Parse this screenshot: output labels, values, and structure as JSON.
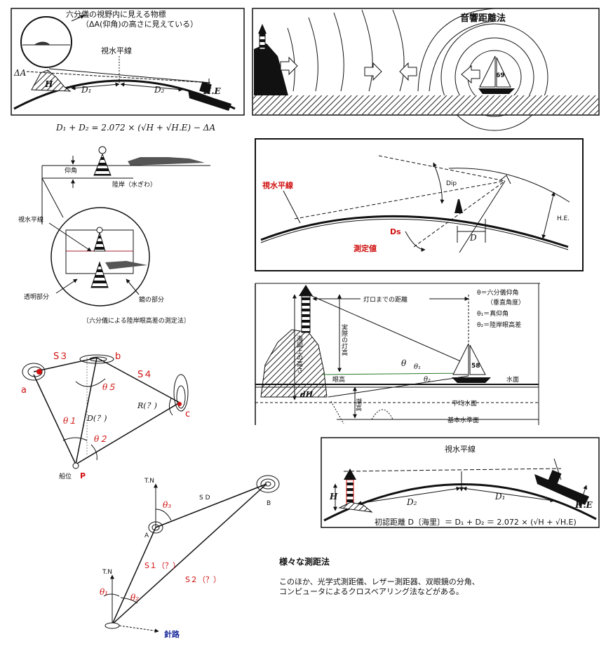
{
  "panel1": {
    "scope_note_line1": "六分儀の視野内に見える物標",
    "scope_note_line2": "（ΔA(仰角)の高さに見えている）",
    "horizon": "視水平線",
    "delta_a": "ΔA",
    "h": "H",
    "d1": "D₁",
    "d2": "D₂",
    "he": "H.E",
    "formula": "D₁ + D₂ = 2.072 × (√H + √H.E) − ΔA"
  },
  "panel2": {
    "title": "音響距離法",
    "boat_number": "69"
  },
  "panel3": {
    "elevation": "仰角",
    "shore": "陸岸（水ぎわ）",
    "horizon": "視水平線",
    "transparent": "透明部分",
    "mirror": "鏡の部分",
    "caption": "〔六分儀による陸岸眼高差の測定法〕"
  },
  "panel4": {
    "horizon": "視水平線",
    "dip": "Dip",
    "he": "H.E.",
    "ds": "Ds",
    "measured": "測定値",
    "d": "D"
  },
  "panel5": {
    "distance_label": "灯ロまでの距離",
    "legend1a": "θ＝六分儀仰角",
    "legend1b": "（垂直角度）",
    "legend2": "θ₁＝真仰角",
    "legend3": "θ₂＝陸岸眼高差",
    "chart_height": "海図上の高さ",
    "real_height": "実際の灯高",
    "eye_height": "眼高",
    "water_surface": "水面",
    "mean_water": "平均水面",
    "datum": "基本水準面",
    "tide": "潮高",
    "dh": "dH",
    "theta": "θ",
    "theta1": "θ₁",
    "theta2": "θ₂",
    "boat_number": "58"
  },
  "panel6": {
    "s3": "S３",
    "s4": "S４",
    "a": "a",
    "b": "b",
    "c": "c",
    "theta5": "θ５",
    "theta1": "θ１",
    "theta2": "θ２",
    "d": "D(？)",
    "r": "R(？)",
    "ship": "船位",
    "p": "P"
  },
  "panel7": {
    "horizon": "視水平線",
    "h": "H",
    "d2": "D₂",
    "d1": "D₁",
    "he": "H.E",
    "formula": "初認距離 D〔海里〕＝ D₁ + D₂ ＝ 2.072 × (√H + √H.E)"
  },
  "panel8": {
    "tn1": "T.N",
    "tn2": "T.N",
    "sd": "S D",
    "a": "A",
    "b": "B",
    "theta3": "θ₃",
    "s1": "S１（？）",
    "s2": "S２（？）",
    "theta1": "θ₁",
    "theta2": "θ₂",
    "course": "針路"
  },
  "note": {
    "title": "様々な測距法",
    "line1": "このほか、光学式測距儀、レザー測距器、双眼鏡の分角、",
    "line2": "コンピュータによるクロスベアリング法などがある。"
  }
}
